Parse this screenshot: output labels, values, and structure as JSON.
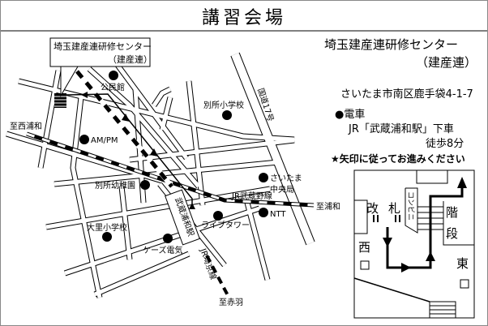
{
  "title": "講習会場",
  "venue": {
    "name": "埼玉建産連研修センター",
    "short": "（建産連）",
    "address": "さいたま市南区鹿手袋4-1-7"
  },
  "access": {
    "mode": "●電車",
    "station": "JR「武蔵浦和駅」下車",
    "walk": "徒歩8分",
    "instruction": "★矢印に従ってお進みください"
  },
  "map": {
    "callout_line1": "埼玉建産連研修センター",
    "callout_line2": "（建産連）",
    "landmarks": {
      "kominkan": "公民館",
      "bessho_elem": "別所小学校",
      "ampm": "AM/PM",
      "bessho_kinder": "別所幼稚園",
      "saitama_po_1": "さいたま",
      "saitama_po_2": "中央局",
      "ntt": "NTT",
      "live_tower": "ライブタワー",
      "osato_elem": "大里小学校",
      "ks_denki": "ケーズ電気"
    },
    "lines": {
      "musashino": "JR武蔵野線",
      "saikyo": "JR埼京線",
      "station": "武蔵浦和駅",
      "route17": "国道17号"
    },
    "directions": {
      "nishiurawa": "至西浦和",
      "urawa": "至浦和",
      "akabane": "至赤羽"
    }
  },
  "inset": {
    "kai": "改",
    "satsu": "札",
    "konbini": "コンビニ",
    "kai2": "階",
    "dan": "段",
    "west": "西",
    "east": "東"
  }
}
